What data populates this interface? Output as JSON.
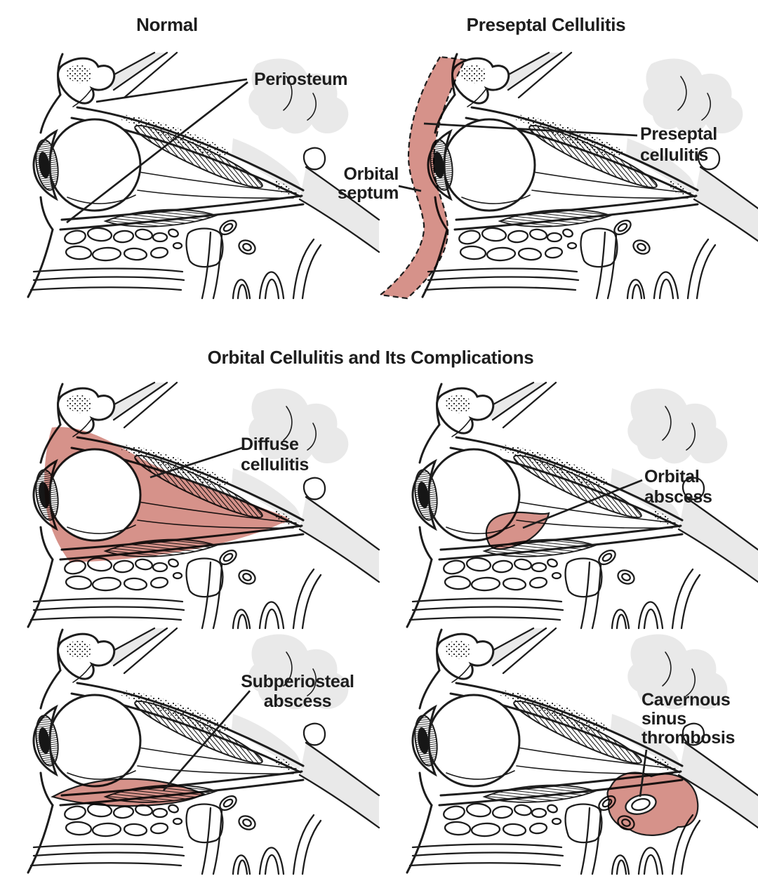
{
  "colors": {
    "highlight_pink": "#d6928a",
    "bone_gray": "#e9e9e9",
    "line_black": "#1d1d1d",
    "page_bg": "#ffffff"
  },
  "sections": {
    "top": {
      "panels": {
        "normal": {
          "title": "Normal",
          "annotations": {
            "periosteum": "Periosteum"
          }
        },
        "preseptal": {
          "title": "Preseptal Cellulitis",
          "annotations": {
            "orbital_septum": "Orbital\nseptum",
            "preseptal_cellulitis": "Preseptal\ncellulitis"
          }
        }
      }
    },
    "complications": {
      "heading": "Orbital Cellulitis and Its Complications",
      "panels": {
        "diffuse": {
          "annotations": {
            "diffuse_cellulitis": "Diffuse\ncellulitis"
          }
        },
        "orbital_abscess": {
          "annotations": {
            "orbital_abscess": "Orbital\nabscess"
          }
        },
        "subperiosteal": {
          "annotations": {
            "subperiosteal_abscess": "Subperiosteal\nabscess"
          }
        },
        "cavernous": {
          "annotations": {
            "cavernous_sinus_thrombosis": "Cavernous\nsinus\nthrombosis"
          }
        }
      }
    }
  }
}
